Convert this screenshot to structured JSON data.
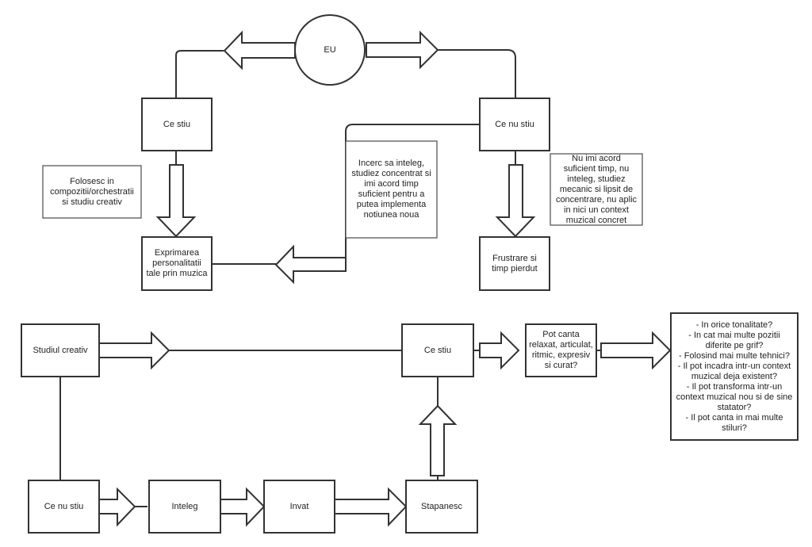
{
  "diagram": {
    "top": {
      "center_node": "EU",
      "left_node": "Ce stiu",
      "right_node": "Ce nu stiu",
      "left_note": "Folosesc in\ncompozitii/orchestratii\nsi studiu creativ",
      "middle_note": "Incerc sa inteleg,\nstudiez concentrat si\nimi acord timp\nsuficient pentru a\nputea implementa\nnotiunea noua",
      "right_note": "Nu imi acord\nsuficient timp, nu\ninteleg, studiez\nmecanic si lipsit de\nconcentrare, nu aplic\nin nici un context\nmuzical concret",
      "left_result": "Exprimarea\npersonalitatii\ntale prin muzica",
      "right_result": "Frustrare si\ntimp pierdut"
    },
    "bottom": {
      "start_node": "Studiul creativ",
      "know_node": "Ce stiu",
      "question_node": "Pot canta\nrelaxat, articulat,\nritmic, expresiv\nsi curat?",
      "questions_list": "- In orice tonalitate?\n- In cat mai multe pozitii\ndiferite pe grif?\n- Folosind mai multe tehnici?\n- Il pot incadra intr-un context\nmuzical deja existent?\n- Il pot transforma intr-un\ncontext muzical nou si de sine\nstatator?\n- Il pot canta in mai multe\nstiluri?",
      "chain": [
        "Ce nu stiu",
        "Inteleg",
        "Invat",
        "Stapanesc"
      ]
    }
  }
}
